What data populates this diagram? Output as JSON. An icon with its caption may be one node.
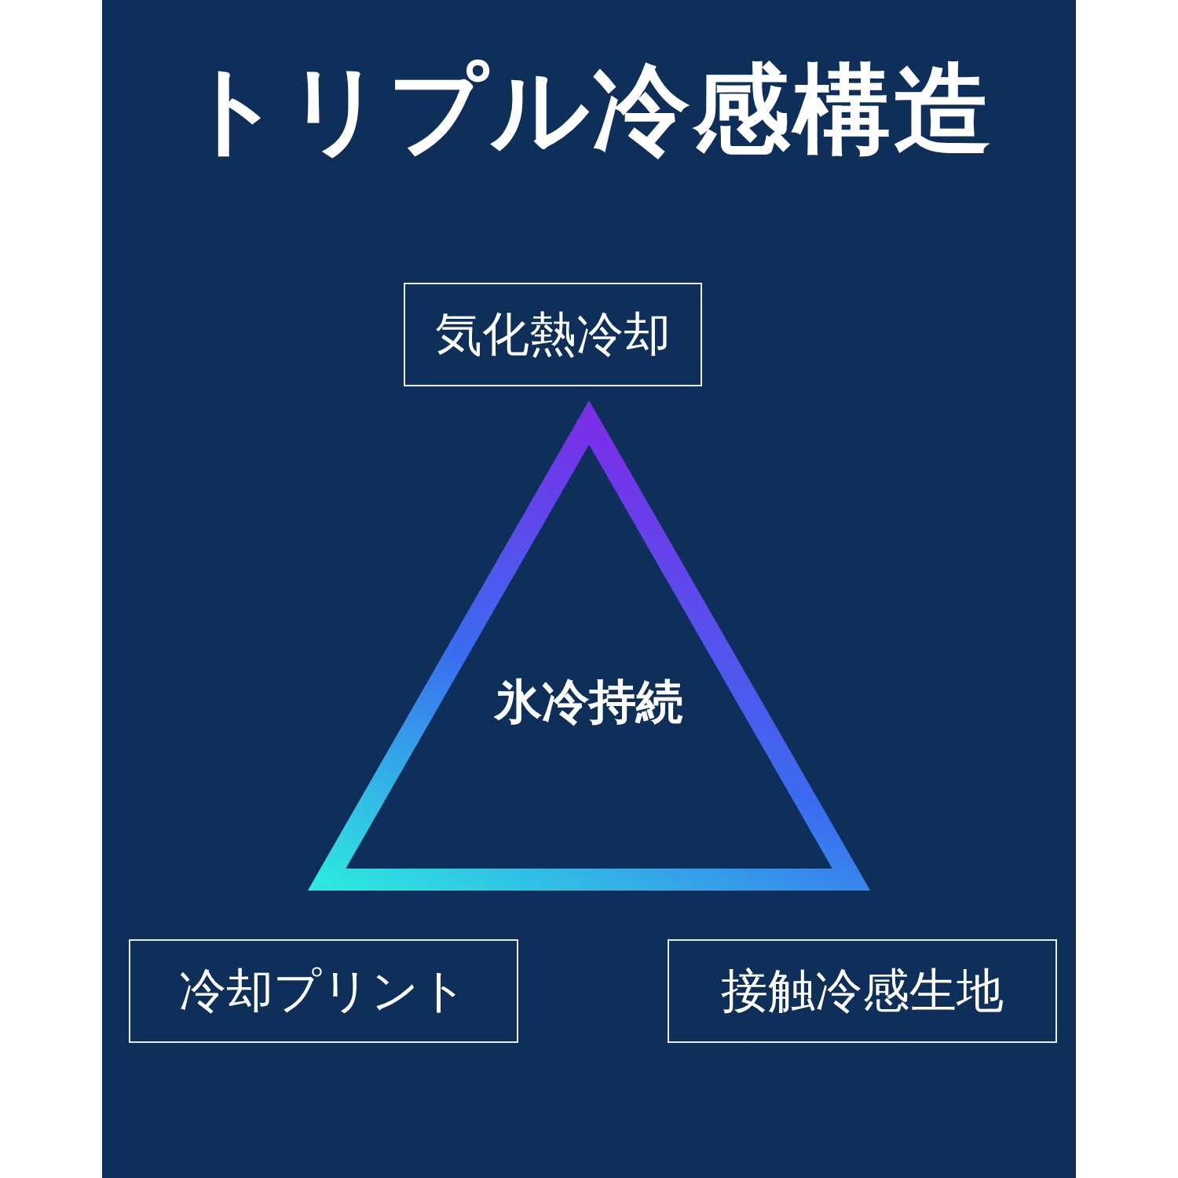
{
  "diagram": {
    "title": "トリプル冷感構造",
    "nodes": [
      {
        "text": [
          "気化熱冷却"
        ]
      },
      {
        "text": [
          "氷冷持続"
        ]
      },
      {
        "text": [
          "冷却プリント"
        ]
      },
      {
        "text": [
          "接触冷感生地"
        ]
      }
    ]
  }
}
